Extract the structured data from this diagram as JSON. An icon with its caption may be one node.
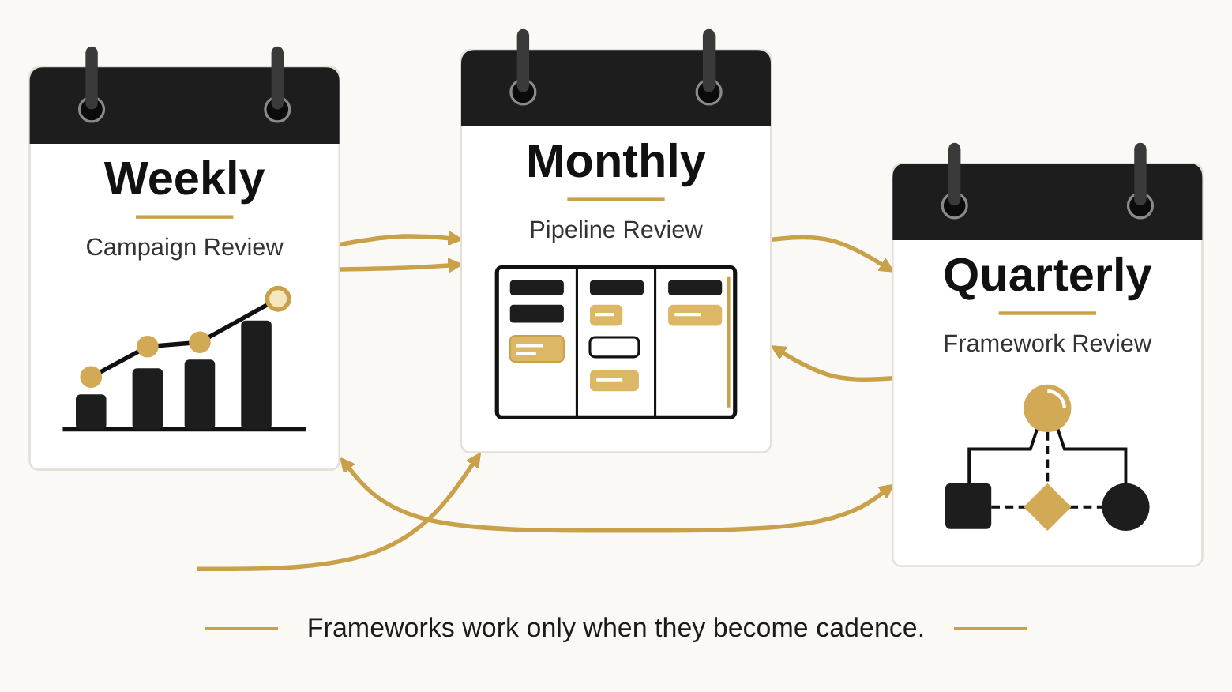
{
  "diagram": {
    "caption": "Frameworks work only when they become cadence.",
    "nodes": [
      {
        "text": [
          "Weekly",
          "Campaign Review"
        ]
      },
      {
        "text": [
          "Monthly",
          "Pipeline Review"
        ]
      },
      {
        "text": [
          "Quarterly",
          "Framework Review"
        ]
      }
    ],
    "edges": [
      {
        "from": 0,
        "to": 1,
        "arrow": "to"
      },
      {
        "from": 1,
        "to": 2,
        "arrow": "to"
      },
      {
        "from": 0,
        "to": 1,
        "arrow": "to"
      },
      {
        "from": 2,
        "to": 1,
        "arrow": "to"
      },
      {
        "from": 0,
        "to": 2,
        "arrow": "both"
      },
      {
        "from": null,
        "to": 1,
        "arrow": "to"
      }
    ]
  }
}
